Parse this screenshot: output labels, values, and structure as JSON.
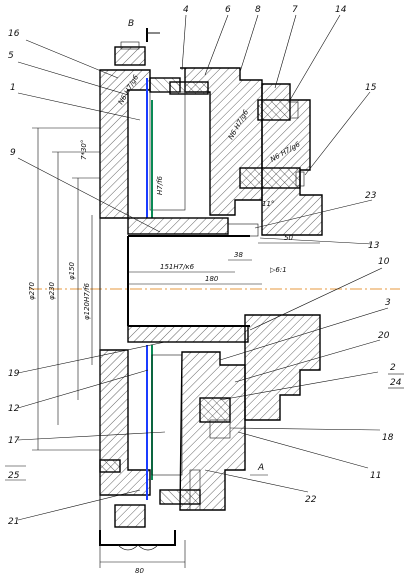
{
  "view_label": "B",
  "section_label": "A",
  "labels": {
    "l1": "1",
    "l2": "2",
    "l3": "3",
    "l4": "4",
    "l5": "5",
    "l6": "6",
    "l7": "7",
    "l8": "8",
    "l9": "9",
    "l10": "10",
    "l11": "11",
    "l12": "12",
    "l13": "13",
    "l14": "14",
    "l15": "15",
    "l16": "16",
    "l17": "17",
    "l18": "18",
    "l19": "19",
    "l20": "20",
    "l21": "21",
    "l22": "22",
    "l23": "23",
    "l24": "24",
    "l25": "25"
  },
  "dimensions": {
    "d_phi270": "φ270",
    "d_phi230": "φ230",
    "d_phi150": "φ150",
    "d_phi120": "φ120H7/f6",
    "d_7x30": "7*30°",
    "d_151": "151Н7/к6",
    "d_180": "180",
    "d_38": "38",
    "d_50": "50",
    "d_80": "80",
    "d_r6": "▷6:1",
    "fit1": "N6 H7/g6",
    "fit2": "N6 H7/g6",
    "fit3": "N6 H7/g6",
    "fit4": "H7/f6",
    "fit5": "11°"
  },
  "colors": {
    "outline": "#000000",
    "blue": "#1a3cff",
    "green": "#0a8a55",
    "centerline": "#e07a00"
  }
}
